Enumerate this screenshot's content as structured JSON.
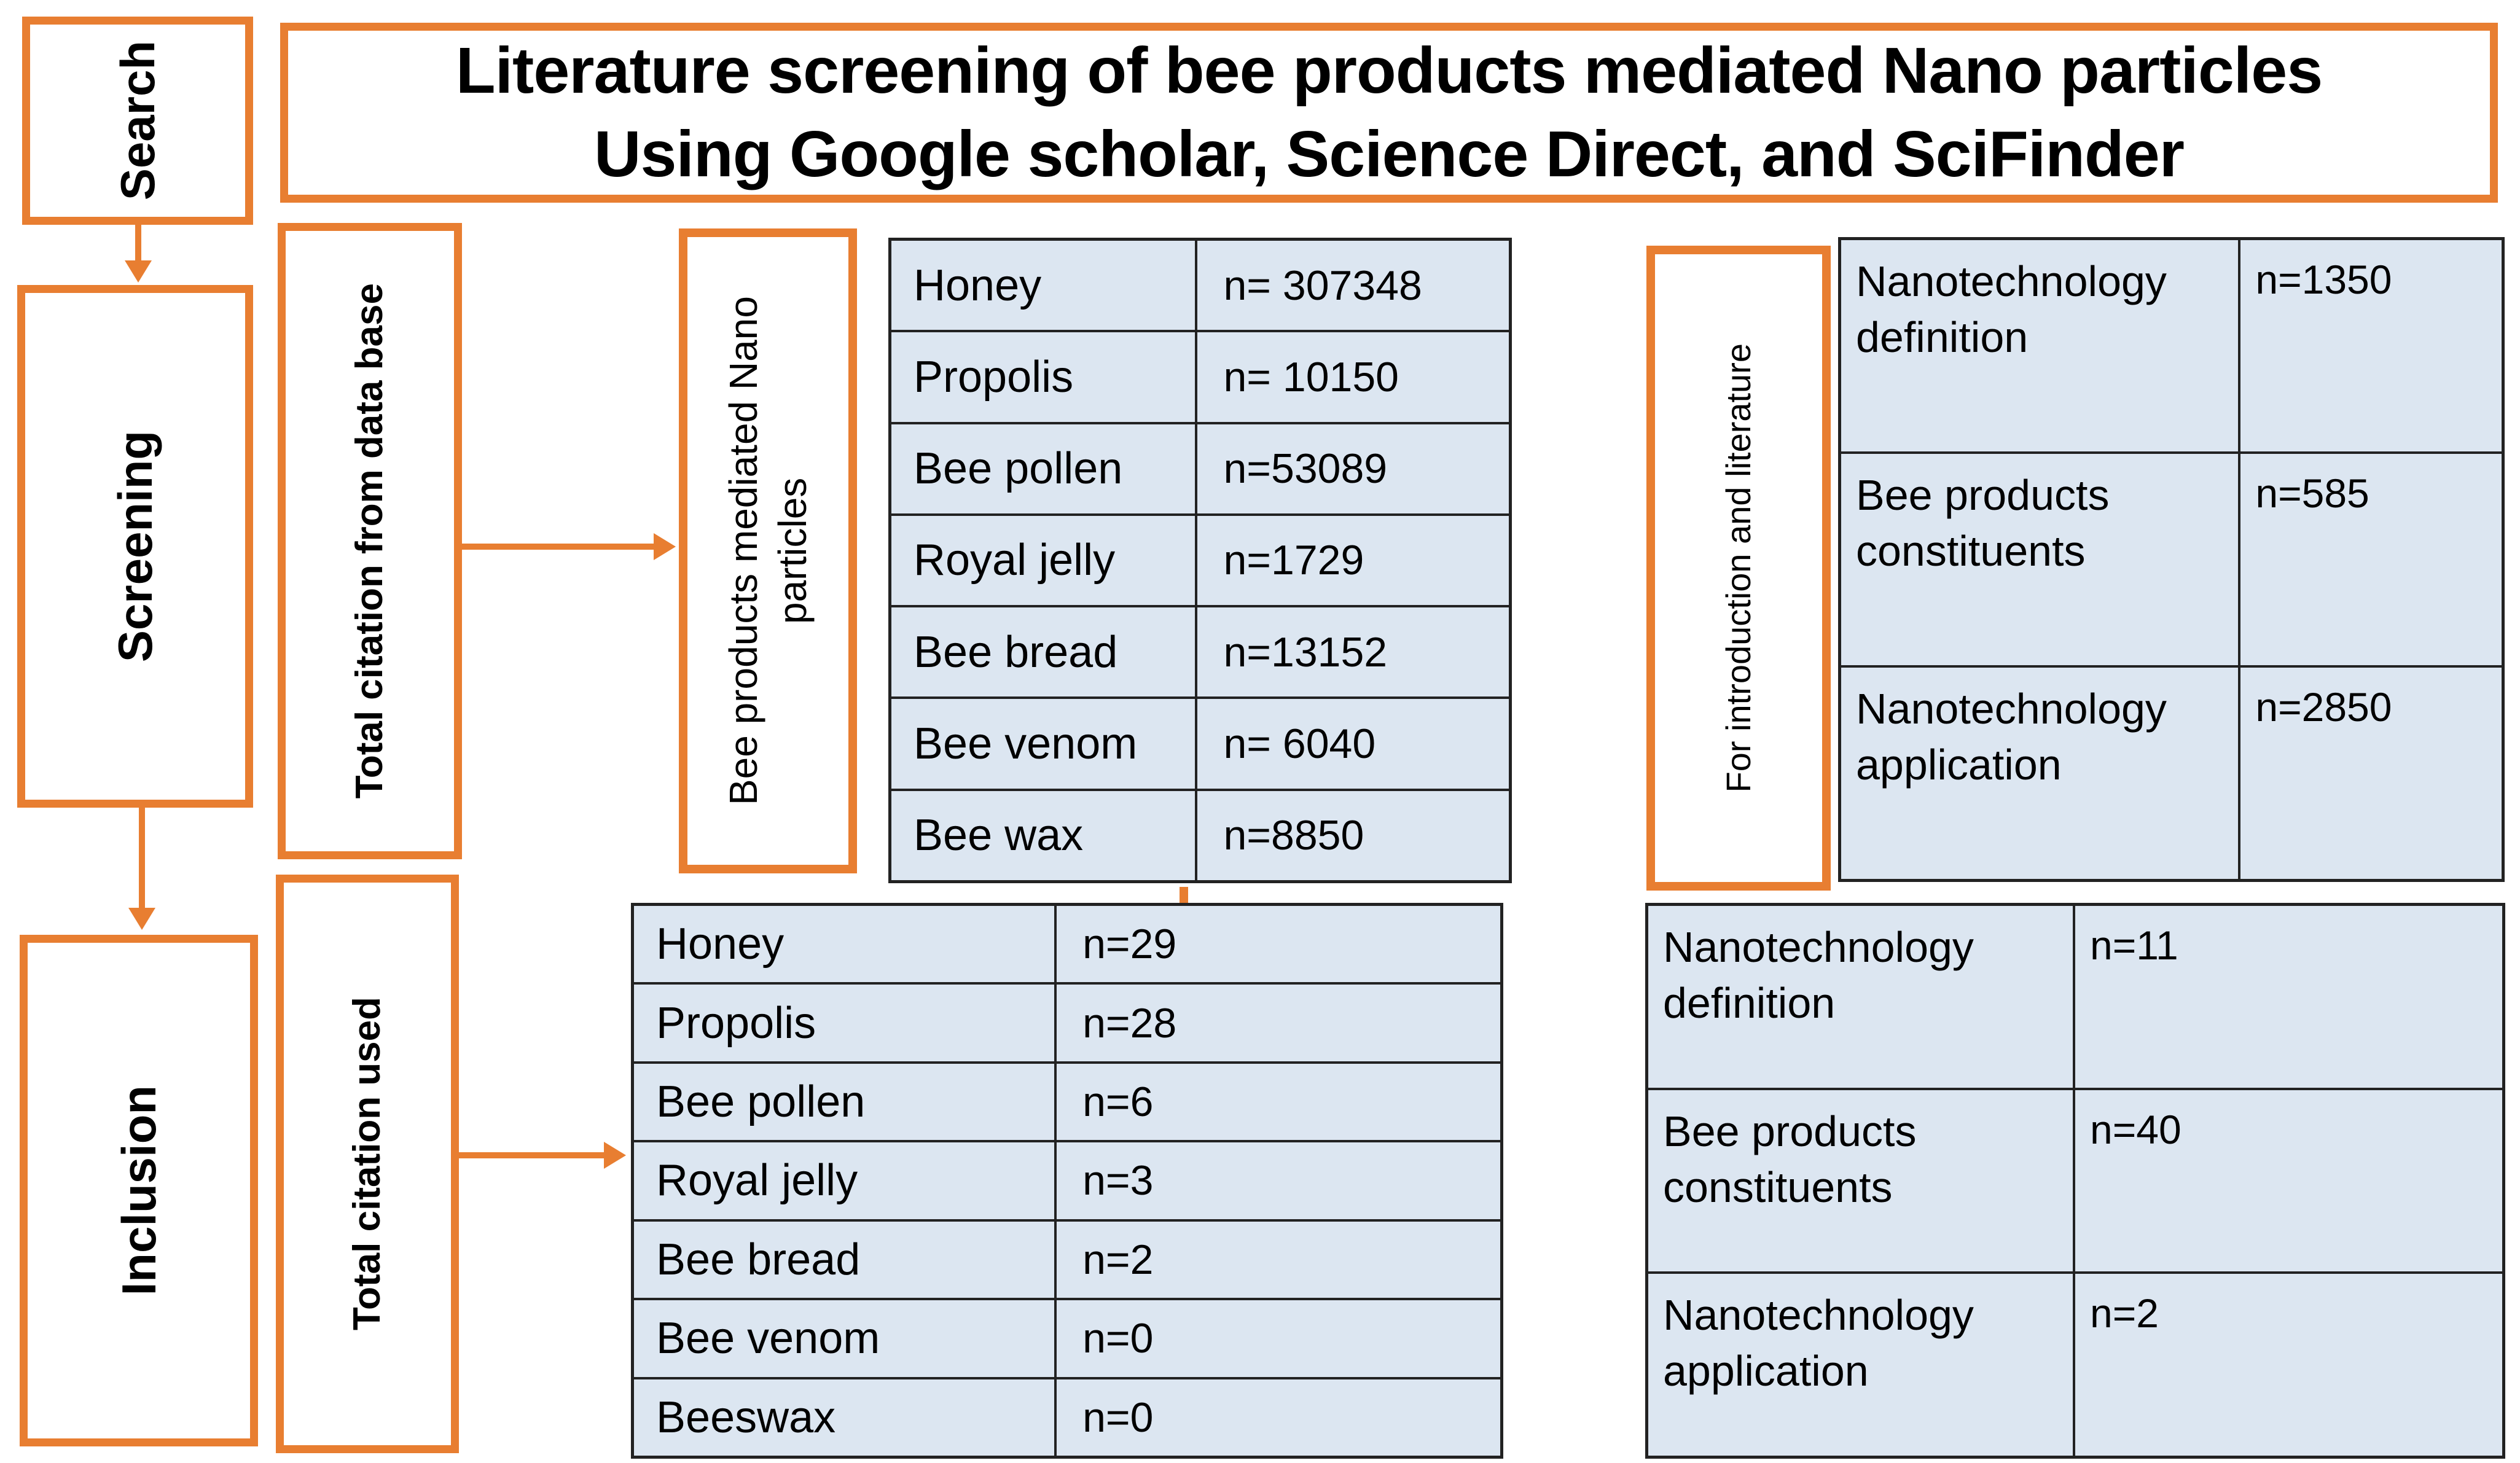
{
  "colors": {
    "accent_orange": "#E87E31",
    "table_fill": "#DCE6F1",
    "table_border": "#222222"
  },
  "title": {
    "line1": "Literature screening of bee products mediated Nano particles",
    "line2": "Using Google scholar, Science Direct, and SciFinder"
  },
  "stages": {
    "search": "Search",
    "screening": "Screening",
    "inclusion": "Inclusion"
  },
  "flow_labels": {
    "total_citation_db": "Total citation from data base",
    "total_citation_used": "Total citation used",
    "bee_products": "Bee products mediated Nano particles",
    "for_intro": "For introduction and literature"
  },
  "tables": {
    "database_citations": {
      "rows": [
        {
          "label": "Honey",
          "value": "n= 307348"
        },
        {
          "label": "Propolis",
          "value": "n= 10150"
        },
        {
          "label": "Bee pollen",
          "value": "n=53089"
        },
        {
          "label": "Royal jelly",
          "value": "n=1729"
        },
        {
          "label": "Bee bread",
          "value": "n=13152"
        },
        {
          "label": "Bee venom",
          "value": "n= 6040"
        },
        {
          "label": "Bee wax",
          "value": "n=8850"
        }
      ]
    },
    "intro_citations": {
      "rows": [
        {
          "label": "Nanotechnology definition",
          "value": "n=1350"
        },
        {
          "label": "Bee products constituents",
          "value": "n=585"
        },
        {
          "label": "Nanotechnology application",
          "value": "n=2850"
        }
      ]
    },
    "used_citations": {
      "rows": [
        {
          "label": "Honey",
          "value": "n=29"
        },
        {
          "label": "Propolis",
          "value": "n=28"
        },
        {
          "label": "Bee pollen",
          "value": "n=6"
        },
        {
          "label": "Royal jelly",
          "value": "n=3"
        },
        {
          "label": "Bee bread",
          "value": "n=2"
        },
        {
          "label": "Bee venom",
          "value": "n=0"
        },
        {
          "label": "Beeswax",
          "value": "n=0"
        }
      ]
    },
    "intro_used_citations": {
      "rows": [
        {
          "label": "Nanotechnology definition",
          "value": "n=11"
        },
        {
          "label": "Bee products constituents",
          "value": "n=40"
        },
        {
          "label": "Nanotechnology application",
          "value": "n=2"
        }
      ]
    }
  }
}
